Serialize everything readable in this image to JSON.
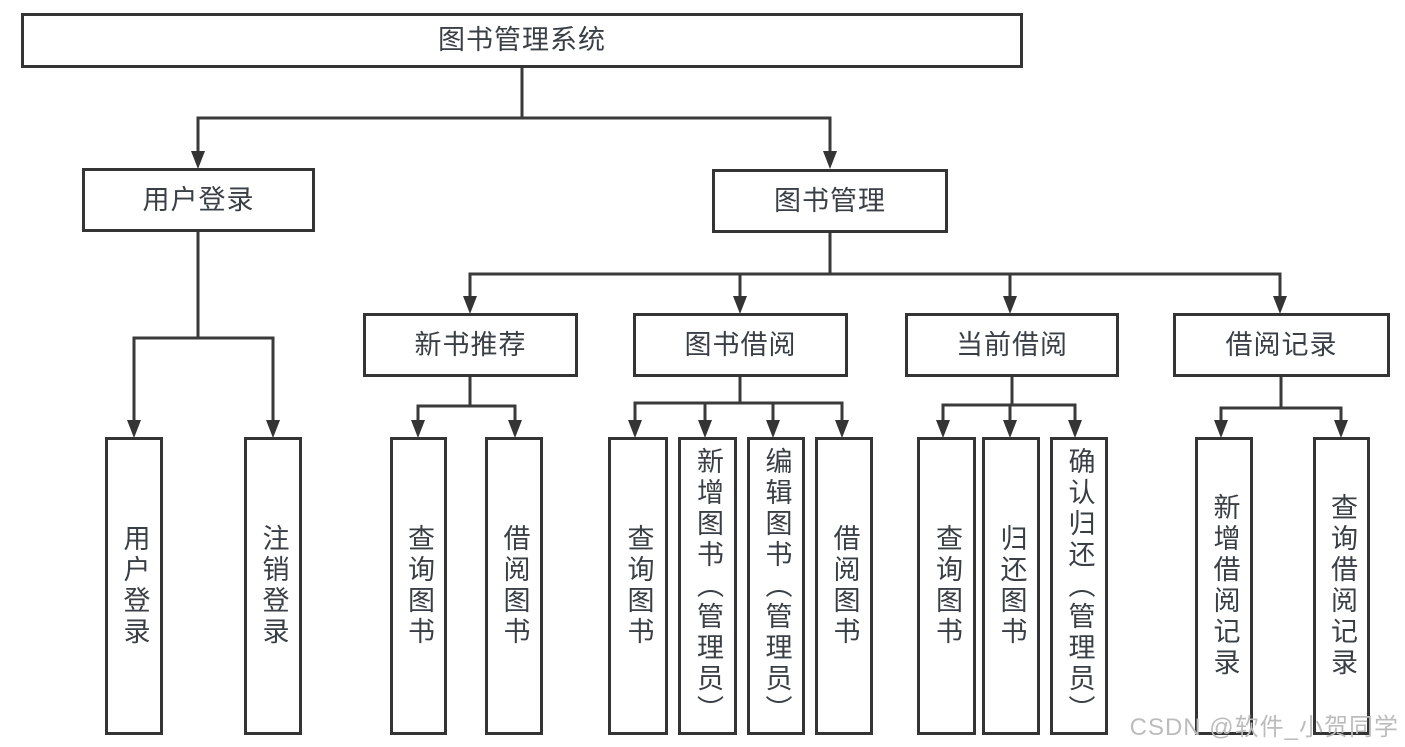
{
  "diagram": {
    "type": "hierarchy-tree",
    "direction": "top-down",
    "tree": {
      "label": "图书管理系统",
      "children": [
        {
          "label": "用户登录",
          "children": [
            {
              "label": "用户登录"
            },
            {
              "label": "注销登录"
            }
          ]
        },
        {
          "label": "图书管理",
          "children": [
            {
              "label": "新书推荐",
              "children": [
                {
                  "label": "查询图书"
                },
                {
                  "label": "借阅图书"
                }
              ]
            },
            {
              "label": "图书借阅",
              "children": [
                {
                  "label": "查询图书"
                },
                {
                  "label": "新增图书（管理员）"
                },
                {
                  "label": "编辑图书（管理员）"
                },
                {
                  "label": "借阅图书"
                }
              ]
            },
            {
              "label": "当前借阅",
              "children": [
                {
                  "label": "查询图书"
                },
                {
                  "label": "归还图书"
                },
                {
                  "label": "确认归还（管理员）"
                }
              ]
            },
            {
              "label": "借阅记录",
              "children": [
                {
                  "label": "新增借阅记录"
                },
                {
                  "label": "查询借阅记录"
                }
              ]
            }
          ]
        }
      ]
    }
  },
  "nodes": {
    "root": {
      "label": "图书管理系统"
    },
    "user_login": {
      "label": "用户登录"
    },
    "book_mgmt": {
      "label": "图书管理"
    },
    "new_books": {
      "label": "新书推荐"
    },
    "book_borrow": {
      "label": "图书借阅"
    },
    "current_borrow": {
      "label": "当前借阅"
    },
    "borrow_records": {
      "label": "借阅记录"
    },
    "a1_user_login": {
      "label": "用户登录"
    },
    "a2_logout": {
      "label": "注销登录"
    },
    "b1_query_books": {
      "label": "查询图书"
    },
    "b2_borrow_books": {
      "label": "借阅图书"
    },
    "c1_query_books": {
      "label": "查询图书"
    },
    "c2_add_books_admin": {
      "label": "新增图书（管理员）"
    },
    "c3_edit_books_admin": {
      "label": "编辑图书（管理员）"
    },
    "c4_borrow_books": {
      "label": "借阅图书"
    },
    "d1_query_books": {
      "label": "查询图书"
    },
    "d2_return_books": {
      "label": "归还图书"
    },
    "d3_confirm_return_admin": {
      "label": "确认归还（管理员）"
    },
    "e1_add_borrow_record": {
      "label": "新增借阅记录"
    },
    "e2_query_borrow_record": {
      "label": "查询借阅记录"
    }
  },
  "watermark": {
    "text": "CSDN @软件_小贺同学"
  },
  "colors": {
    "line": "#3a3a3a",
    "border": "#343434",
    "text": "#3a3f46",
    "watermark": "#bcbcbc",
    "background": "#ffffff"
  }
}
